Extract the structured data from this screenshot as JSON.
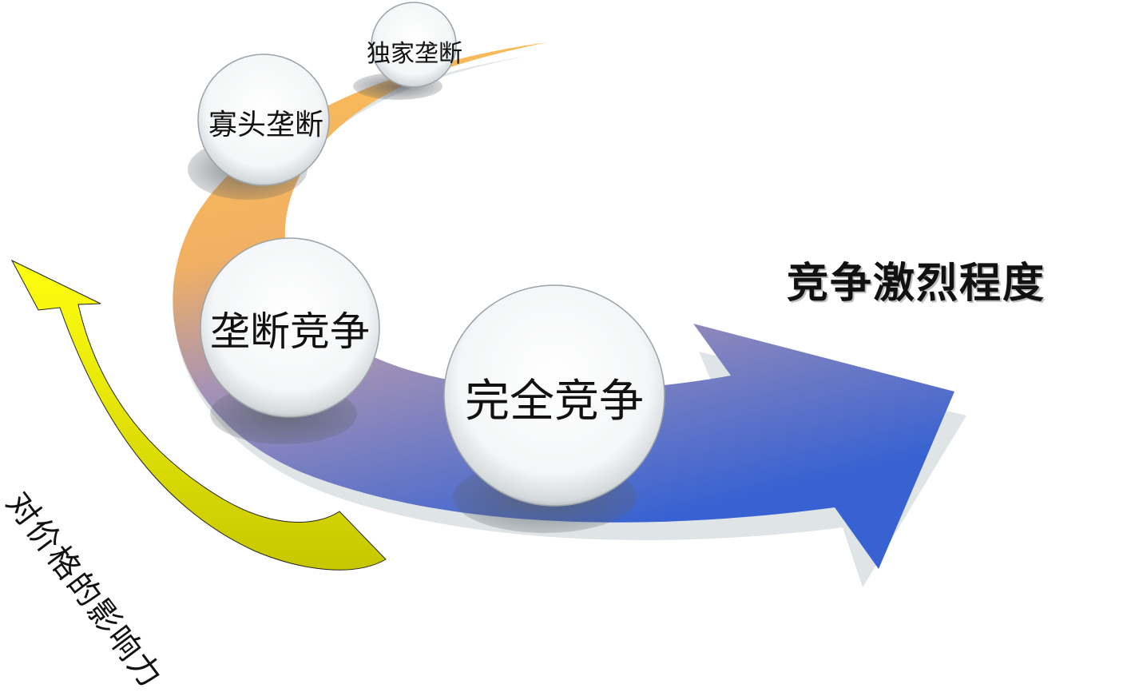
{
  "diagram": {
    "axis_label": "竞争激烈程度",
    "influence_label": "对价格的影响力",
    "stages": [
      {
        "label": "独家垄断"
      },
      {
        "label": "寡头垄断"
      },
      {
        "label": "垄断竞争"
      },
      {
        "label": "完全竞争"
      }
    ],
    "colors": {
      "arrow_start": "#fbbf55",
      "arrow_mid": "#a391b8",
      "arrow_end": "#3b66d0",
      "shadow": "#dde3e7",
      "influence_arrow_top": "#ffff00",
      "influence_arrow_bottom": "#c8c800"
    }
  }
}
